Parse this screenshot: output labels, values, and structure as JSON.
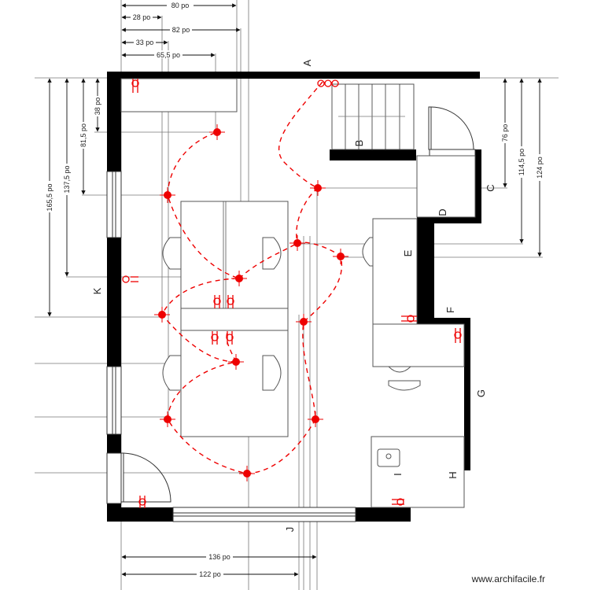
{
  "plan": {
    "top_dimensions": [
      "80 po",
      "28 po",
      "82 po",
      "33 po",
      "65,5 po"
    ],
    "left_dimensions": [
      "165,5 po",
      "137,5 po",
      "81,5 po",
      "38 po"
    ],
    "right_dimensions": [
      "76 po",
      "114,5 po",
      "124 po"
    ],
    "bottom_dimensions": [
      "136 po",
      "122 po"
    ],
    "wall_labels": [
      "A",
      "B",
      "C",
      "D",
      "E",
      "F",
      "G",
      "H",
      "I",
      "J",
      "K"
    ],
    "wall_color": "#000000",
    "circuit_color": "#e00000"
  },
  "watermark": "www.archifacile.fr"
}
